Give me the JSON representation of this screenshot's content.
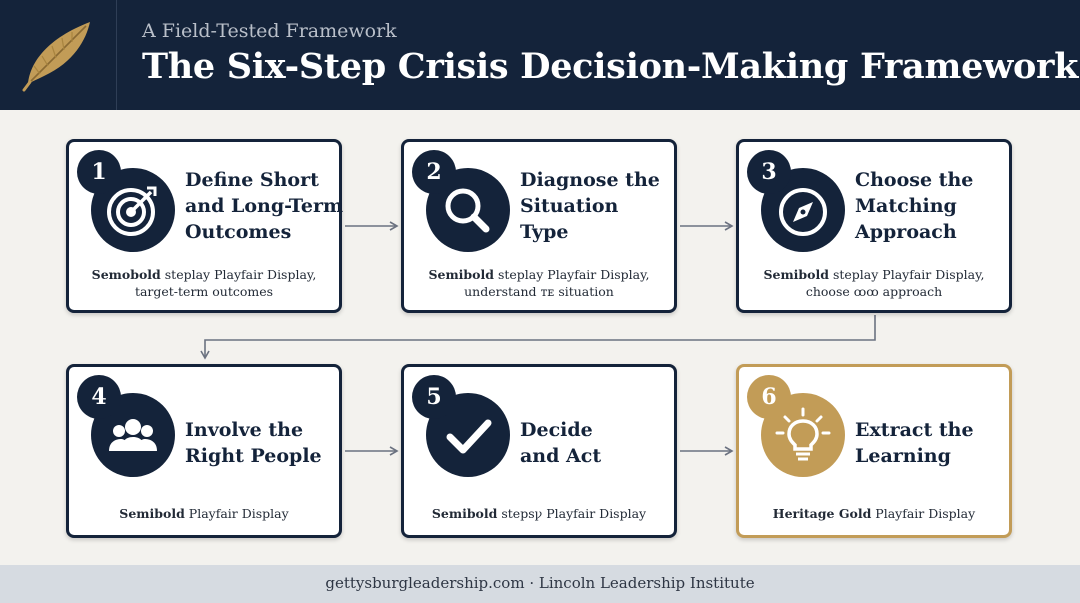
{
  "header": {
    "subtitle": "A Field-Tested Framework",
    "title": "The Six-Step Crisis Decision-Making Framework",
    "logo_icon": "quill-feather-icon"
  },
  "colors": {
    "navy": "#14233a",
    "gold": "#c29c57",
    "background": "#f3f2ee",
    "footer_bg": "#d6dbe1"
  },
  "steps": [
    {
      "number": "1",
      "title": "Define Short\nand Long-Term\nOutcomes",
      "icon": "target-icon",
      "desc_bold": "Semobold",
      "desc_rest": " steplay Playfair Display,",
      "desc_line2": "target-term outcomes"
    },
    {
      "number": "2",
      "title": "Diagnose the\nSituation\nType",
      "icon": "magnifier-icon",
      "desc_bold": "Semibold",
      "desc_rest": " steplay Playfair Display,",
      "desc_line2": "understand ᴛᴇ situation"
    },
    {
      "number": "3",
      "title": "Choose the\nMatching\nApproach",
      "icon": "compass-icon",
      "desc_bold": "Semibold",
      "desc_rest": " steplay Playfair Display,",
      "desc_line2": "choose ꝏꝏ approach"
    },
    {
      "number": "4",
      "title": "Involve the\nRight People",
      "icon": "people-group-icon",
      "desc_bold": "Semibold",
      "desc_rest": " Playfair Display",
      "desc_line2": ""
    },
    {
      "number": "5",
      "title": "Decide\nand Act",
      "icon": "checkmark-icon",
      "desc_bold": "Semibold",
      "desc_rest": " stepsꝩ Playfair Display",
      "desc_line2": ""
    },
    {
      "number": "6",
      "title": "Extract the\nLearning",
      "icon": "lightbulb-icon",
      "desc_bold": "Heritage Gold",
      "desc_rest": " Playfair Display",
      "desc_line2": ""
    }
  ],
  "footer": {
    "text": "gettysburgleadership.com · Lincoln Leadership Institute"
  }
}
